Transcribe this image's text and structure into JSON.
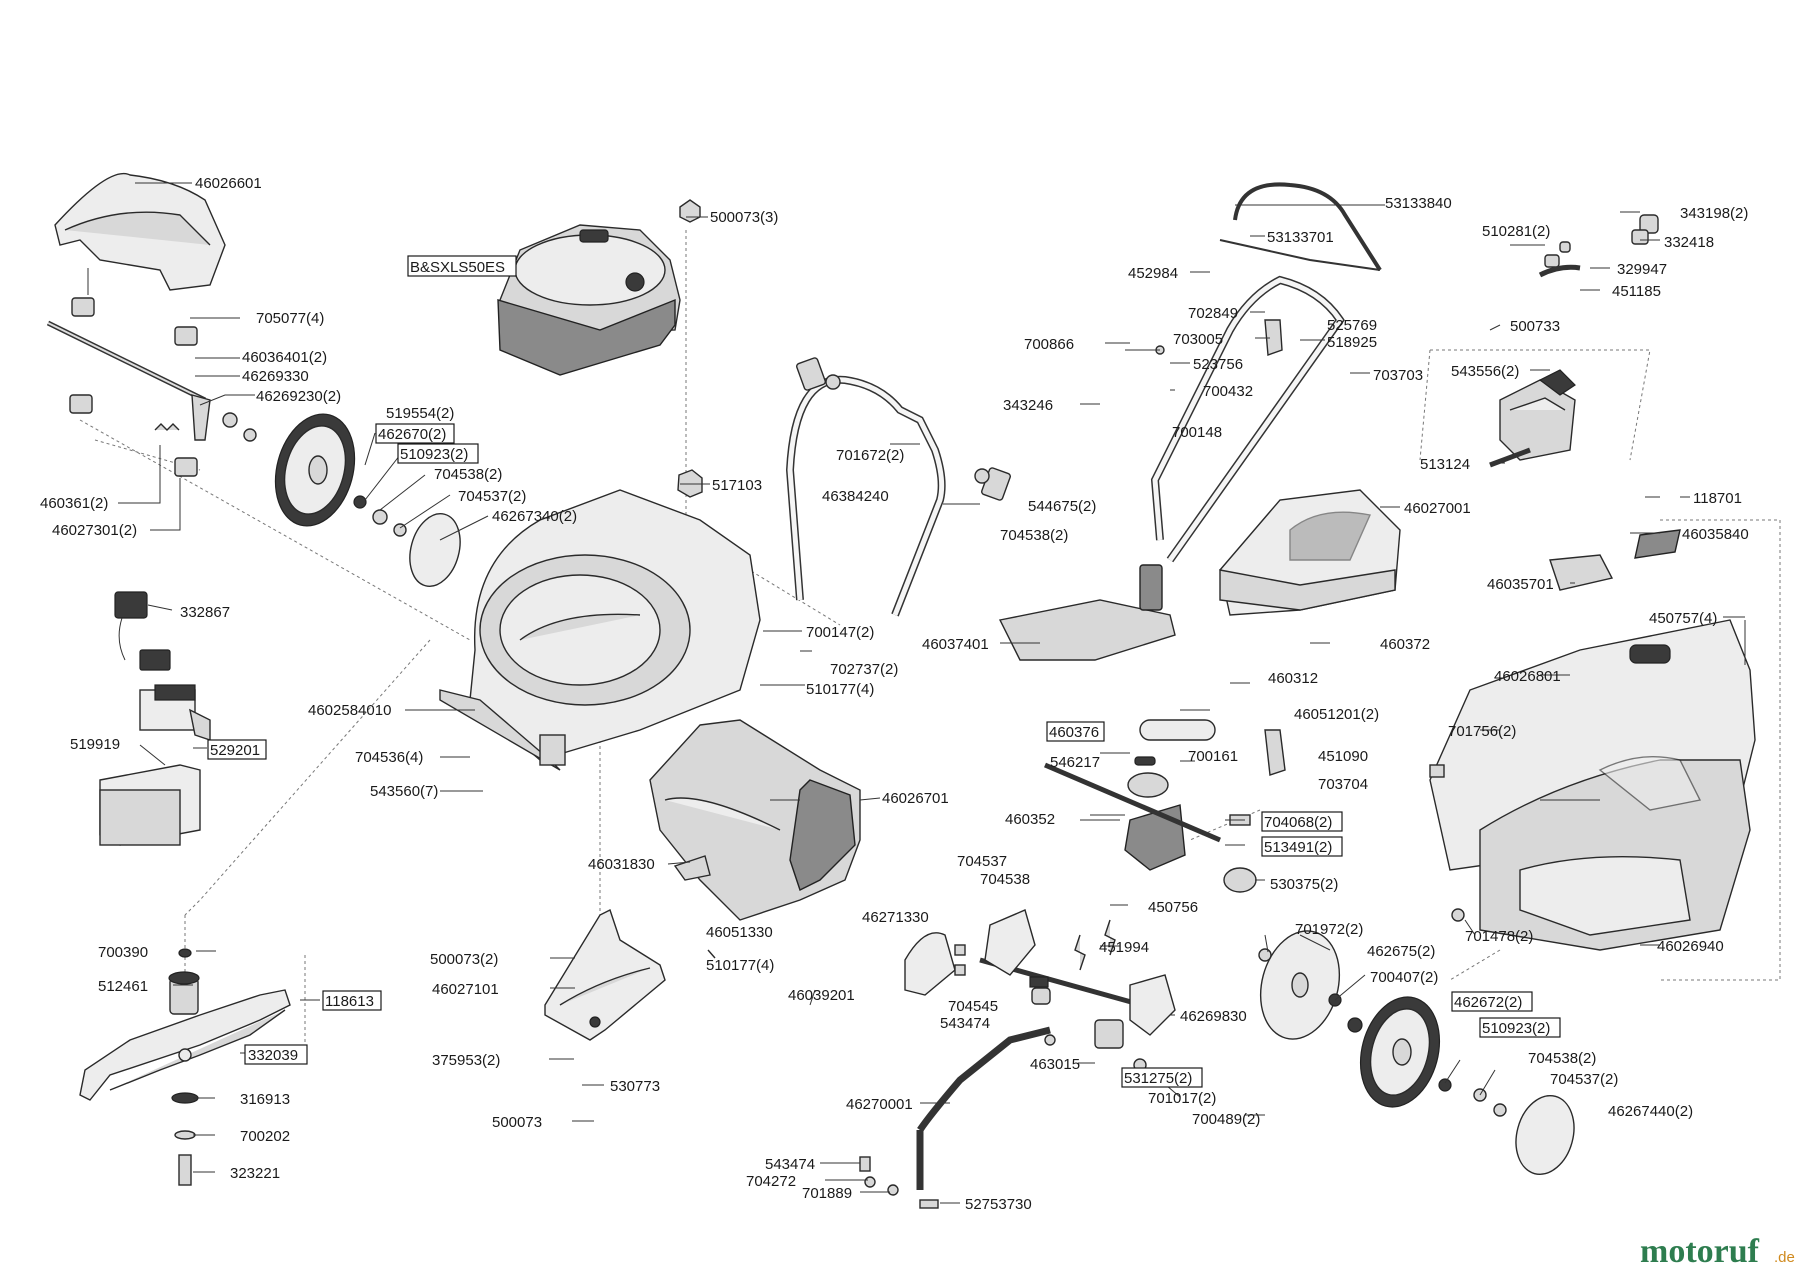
{
  "labels": {
    "l46026601": "46026601",
    "l705077": "705077(4)",
    "l46036401": "46036401(2)",
    "l46269330": "46269330",
    "l46269230": "46269230(2)",
    "l519554": "519554(2)",
    "l462670": "462670(2)",
    "l510923a": "510923(2)",
    "l704538a": "704538(2)",
    "l704537a": "704537(2)",
    "l46267340": "46267340(2)",
    "l460361": "460361(2)",
    "l46027301": "46027301(2)",
    "l500073_3": "500073(3)",
    "lbsxls": "B&SXLS50ES",
    "l517103": "517103",
    "l332867": "332867",
    "l529201": "529201",
    "l519919": "519919",
    "l700147": "700147(2)",
    "l702737": "702737(2)",
    "l510177a": "510177(4)",
    "l4602584010": "4602584010",
    "l704536": "704536(4)",
    "l543560": "543560(7)",
    "l46026701": "46026701",
    "l46031830": "46031830",
    "l46051330": "46051330",
    "l510177b": "510177(4)",
    "l46039201": "46039201",
    "l46271330": "46271330",
    "l704537b": "704537",
    "l704538b": "704538",
    "l704545": "704545",
    "l543474a": "543474",
    "l700390": "700390",
    "l512461": "512461",
    "l118613": "118613",
    "l332039": "332039",
    "l316913": "316913",
    "l700202": "700202",
    "l323221": "323221",
    "l500073_2": "500073(2)",
    "l46027101": "46027101",
    "l375953": "375953(2)",
    "l530773": "530773",
    "l500073": "500073",
    "l701672": "701672(2)",
    "l46384240": "46384240",
    "l544675": "544675(2)",
    "l704538c": "704538(2)",
    "l343246": "343246",
    "l46037401": "46037401",
    "l53133840": "53133840",
    "l53133701": "53133701",
    "l452984": "452984",
    "l702849": "702849",
    "l700866": "700866",
    "l703005": "703005",
    "l525769": "525769",
    "l518925": "518925",
    "l523756": "523756",
    "l700432": "700432",
    "l700148": "700148",
    "l703703": "703703",
    "l46027001": "46027001",
    "l460372": "460372",
    "l460312": "460312",
    "l46051201": "46051201(2)",
    "l460376": "460376",
    "l546217": "546217",
    "l700161": "700161",
    "l451090": "451090",
    "l703704": "703704",
    "l460352": "460352",
    "l704068": "704068(2)",
    "l513491": "513491(2)",
    "l530375": "530375(2)",
    "l450756": "450756",
    "l451994": "451994",
    "l701972": "701972(2)",
    "l462675": "462675(2)",
    "l700407": "700407(2)",
    "l462672": "462672(2)",
    "l510923b": "510923(2)",
    "l46269830": "46269830",
    "l704538d": "704538(2)",
    "l704537d": "704537(2)",
    "l46267440": "46267440(2)",
    "l463015": "463015",
    "l531275": "531275(2)",
    "l701017": "701017(2)",
    "l700489": "700489(2)",
    "l46270001": "46270001",
    "l543474b": "543474",
    "l704272": "704272",
    "l701889": "701889",
    "l52753730": "52753730",
    "l510281": "510281(2)",
    "l343198": "343198(2)",
    "l332418": "332418",
    "l329947": "329947",
    "l451185": "451185",
    "l500733": "500733",
    "l543556": "543556(2)",
    "l513124": "513124",
    "l118701": "118701",
    "l46035840": "46035840",
    "l46035701": "46035701",
    "l450757": "450757(4)",
    "l46026801": "46026801",
    "l701756": "701756(2)",
    "l701478": "701478(2)",
    "l46026940": "46026940"
  },
  "watermark": {
    "brand": "motoruf",
    "tld": ".de",
    "brand_color": "#2e7d4f",
    "accent_color": "#d08a1e"
  }
}
